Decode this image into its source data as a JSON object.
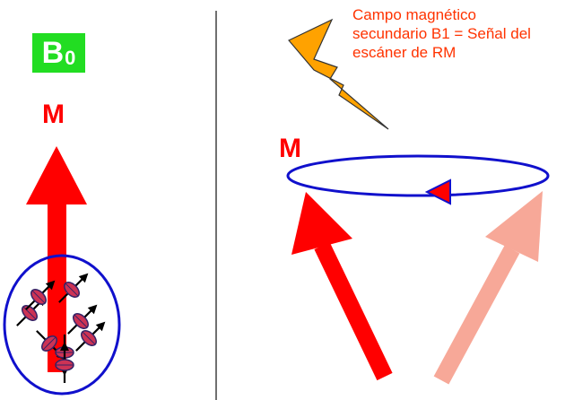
{
  "left_panel": {
    "field_label_main": "B",
    "field_label_sub": "0",
    "magnetization_label": "M"
  },
  "right_panel": {
    "magnetization_label": "M",
    "caption_lines": [
      "Campo magnético",
      "secundario B1 = Señal del",
      "escáner de RM"
    ]
  },
  "colors": {
    "field_badge_bg": "#22dd22",
    "vector_main": "#ff0000",
    "vector_faded": "#f7a898",
    "precession_ring": "#1010cc",
    "bolt_fill": "#ffa200",
    "caption_text": "#ff3300",
    "spin_body": "#cc3355",
    "spin_outline": "#332266"
  },
  "icons": {
    "lightning": "lightning-bolt-icon",
    "precession_arrow": "triangle-arrow-icon"
  }
}
